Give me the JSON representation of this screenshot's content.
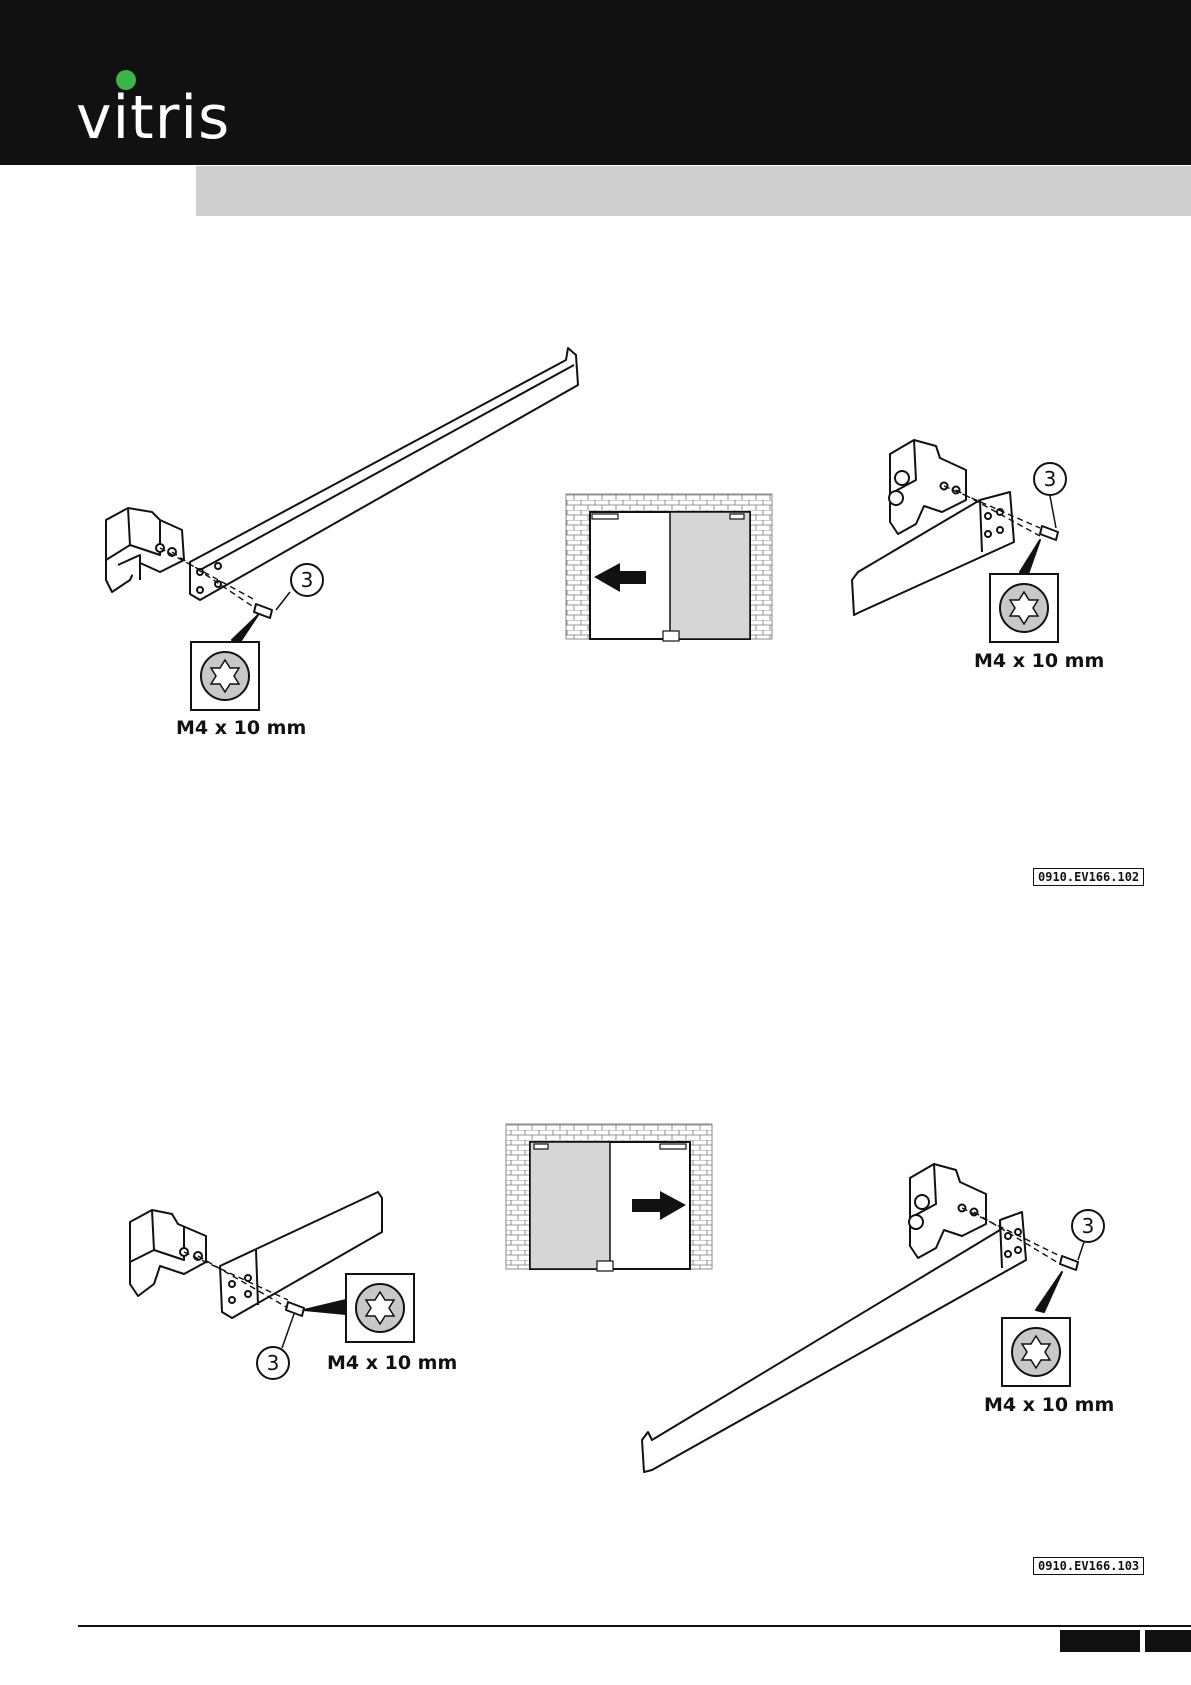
{
  "header": {
    "brand": "vitris",
    "brand_accent_color": "#3bb54a",
    "background_color": "#111111"
  },
  "section_band_color": "#cfcfcf",
  "figure_top": {
    "left_detail": {
      "callout_number": "3",
      "screw_label": "M4 x 10 mm",
      "icon": "torx-screw-icon"
    },
    "center_detail": {
      "direction": "left",
      "icon": "sliding-door-left-icon"
    },
    "right_detail": {
      "callout_number": "3",
      "screw_label": "M4 x 10 mm",
      "icon": "torx-screw-icon"
    },
    "reference_code": "0910.EV166.102"
  },
  "figure_bottom": {
    "left_detail": {
      "callout_number": "3",
      "screw_label": "M4 x 10 mm",
      "icon": "torx-screw-icon"
    },
    "center_detail": {
      "direction": "right",
      "icon": "sliding-door-right-icon"
    },
    "right_detail": {
      "callout_number": "3",
      "screw_label": "M4 x 10 mm",
      "icon": "torx-screw-icon"
    },
    "reference_code": "0910.EV166.103"
  }
}
